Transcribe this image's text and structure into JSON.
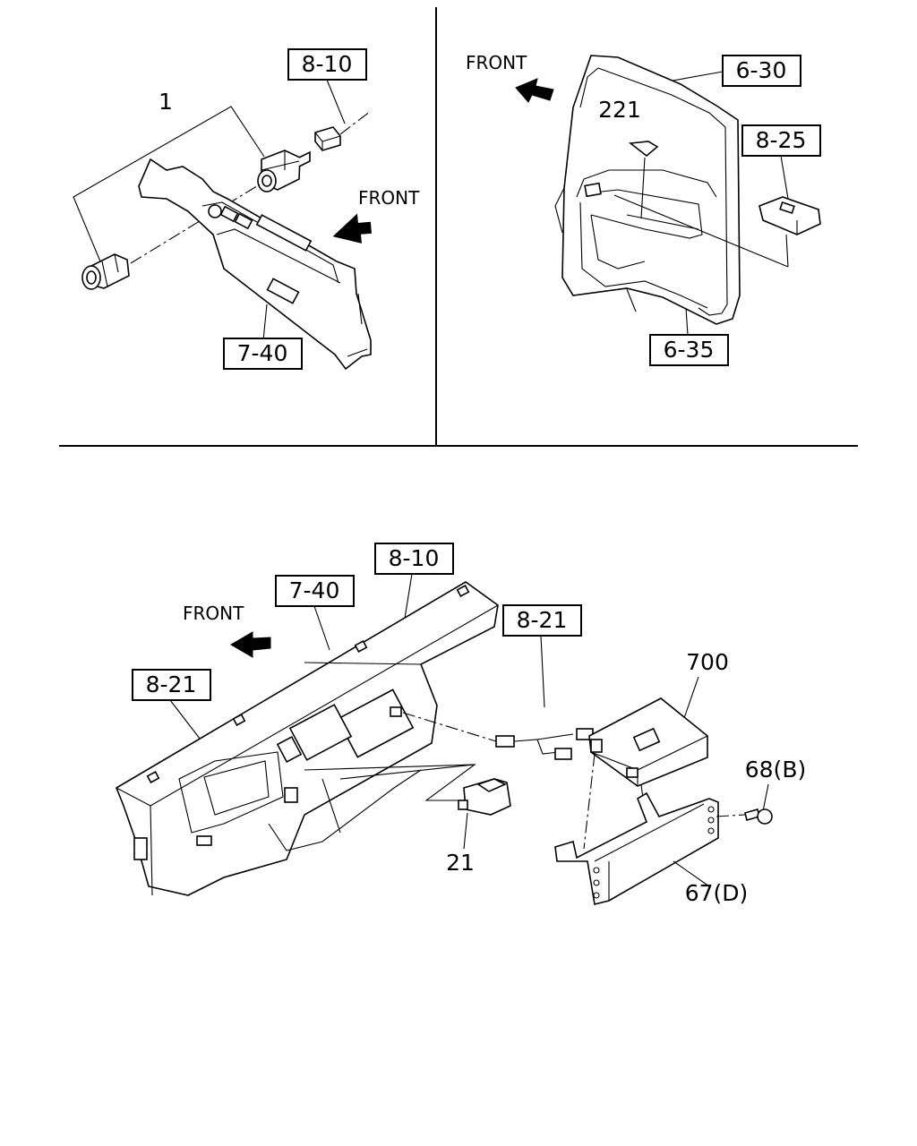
{
  "diagram": {
    "panel_top_left": {
      "refs": [
        "8-10",
        "7-40"
      ],
      "part_numbers": [
        "1"
      ],
      "direction_label": "FRONT"
    },
    "panel_top_right": {
      "refs": [
        "6-30",
        "8-25",
        "6-35"
      ],
      "part_numbers": [
        "221"
      ],
      "direction_label": "FRONT"
    },
    "panel_bottom": {
      "refs": [
        "8-10",
        "7-40",
        "8-21",
        "8-21"
      ],
      "part_numbers": [
        "700",
        "68(B)",
        "21",
        "67(D)"
      ],
      "direction_label": "FRONT"
    }
  }
}
